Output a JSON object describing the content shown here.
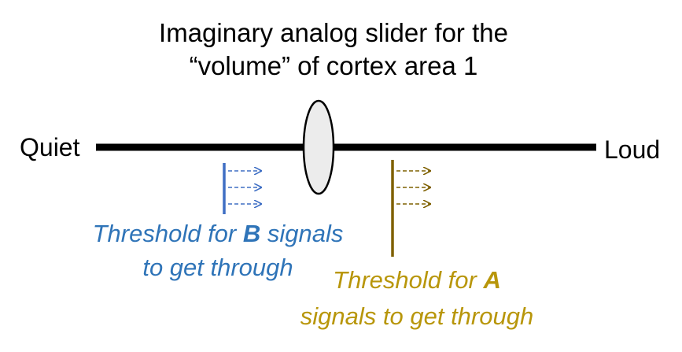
{
  "title": {
    "line1": "Imaginary analog slider for the",
    "line2": "“volume” of cortex area 1"
  },
  "slider": {
    "left_label": "Quiet",
    "right_label": "Loud",
    "track_color": "#000000",
    "knob_fill": "#ececec"
  },
  "threshold_b": {
    "color": "#3f6fc4",
    "text_color": "#2f74b8",
    "line1_pre": "Threshold for ",
    "line1_bold": "B",
    "line1_post": " signals",
    "line2": "to get through"
  },
  "threshold_a": {
    "color": "#7f6000",
    "text_color": "#b8960a",
    "line1_pre": "Threshold for ",
    "line1_bold": "A",
    "line2": "signals to get through"
  }
}
